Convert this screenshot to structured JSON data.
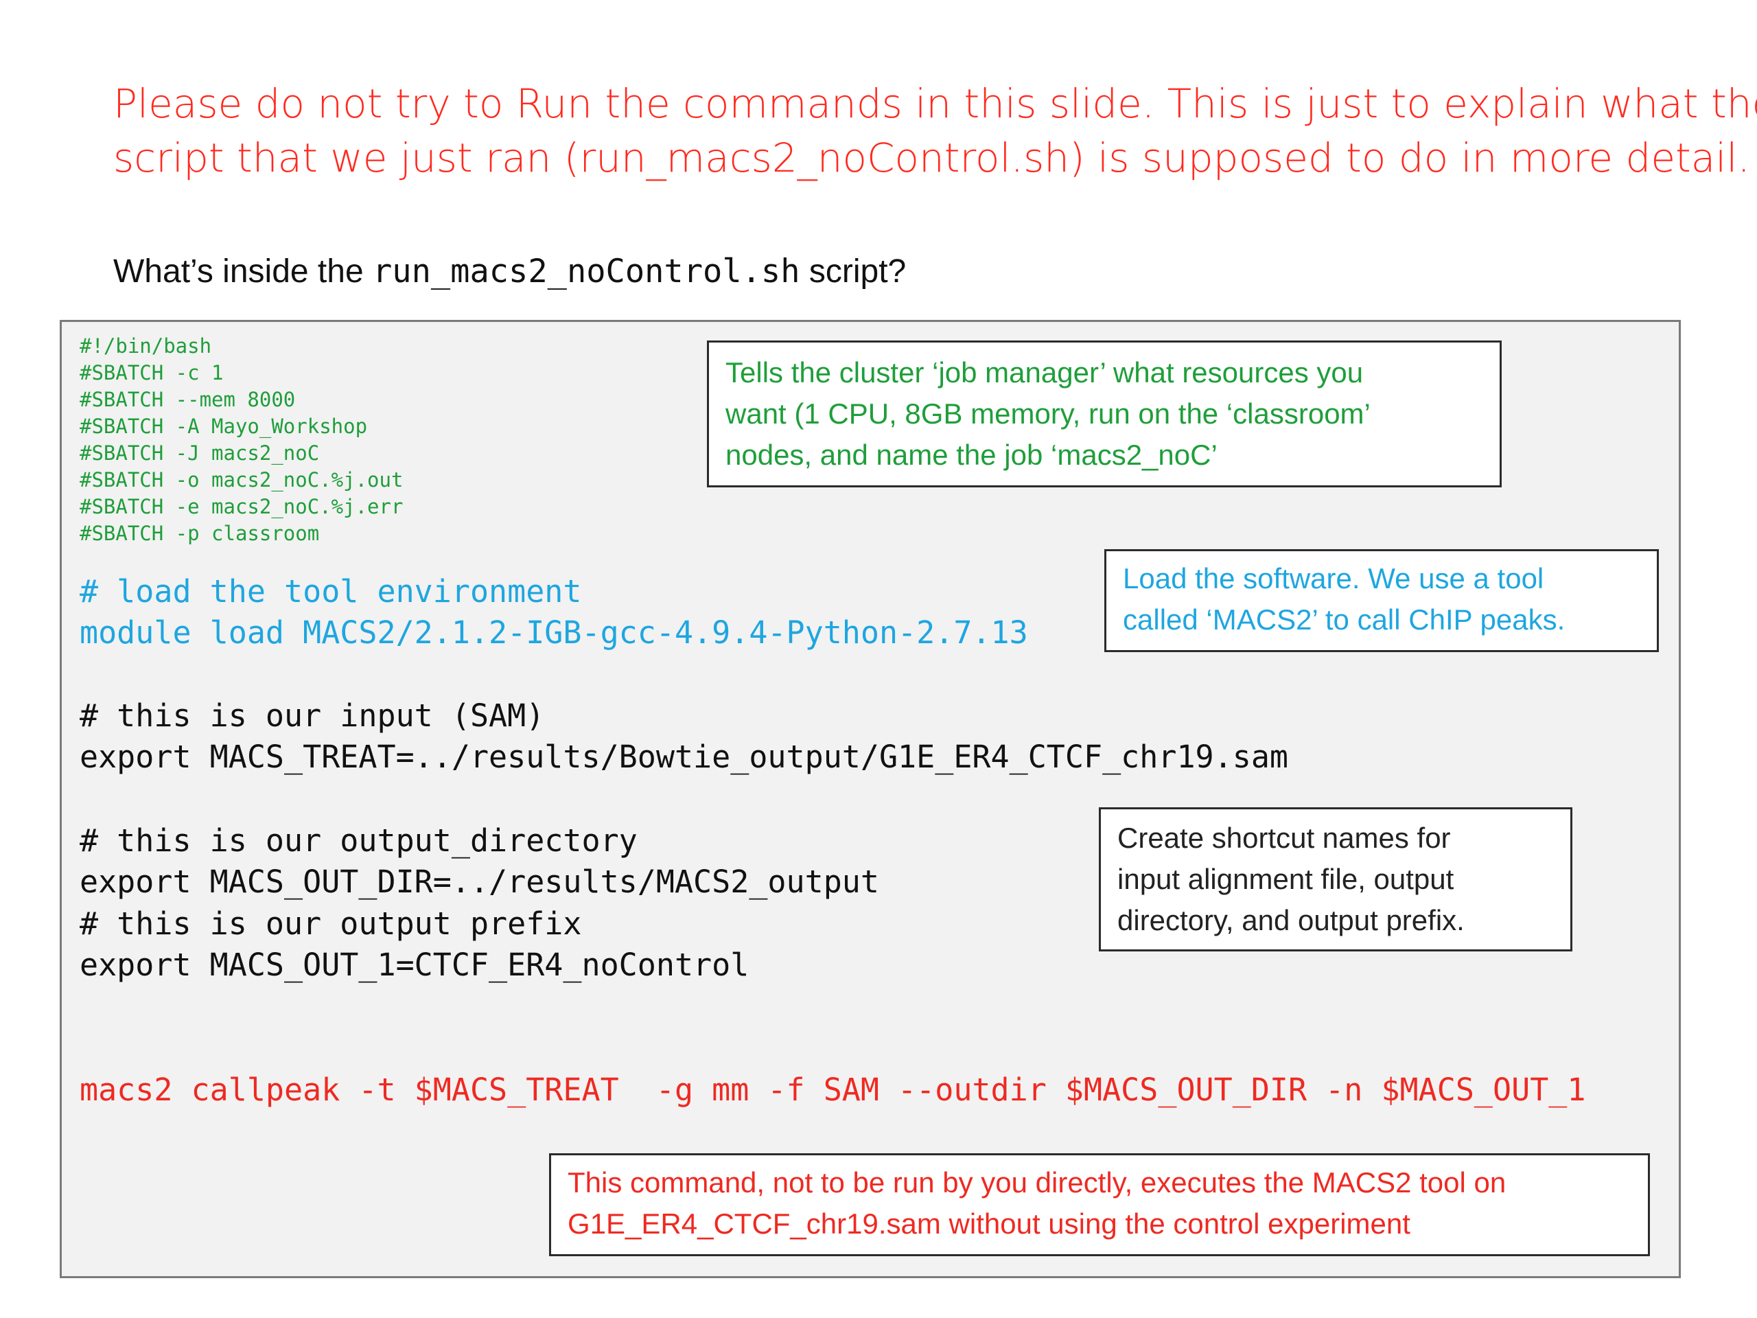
{
  "warning": {
    "line1": "Please do not try to Run the commands in this slide. This is just to explain what the",
    "line2": "script that we just ran (run_macs2_noControl.sh) is supposed to do in more detail."
  },
  "subtitle": {
    "prefix": "What’s inside the ",
    "code": "run_macs2_noControl.sh",
    "suffix": " script?"
  },
  "script": {
    "sbatch_lines": [
      "#!/bin/bash",
      "#SBATCH -c 1",
      "#SBATCH --mem 8000",
      "#SBATCH -A Mayo_Workshop",
      "#SBATCH -J macs2_noC",
      "#SBATCH -o macs2_noC.%j.out",
      "#SBATCH -e macs2_noC.%j.err",
      "#SBATCH -p classroom"
    ],
    "load_comment": "# load the tool environment",
    "module_load": "module load MACS2/2.1.2-IGB-gcc-4.9.4-Python-2.7.13",
    "input_comment": "# this is our input (SAM)",
    "input_export": "export MACS_TREAT=../results/Bowtie_output/G1E_ER4_CTCF_chr19.sam",
    "outdir_comment": "# this is our output_directory",
    "outdir_export": "export MACS_OUT_DIR=../results/MACS2_output",
    "prefix_comment": "# this is our output prefix",
    "prefix_export": "export MACS_OUT_1=CTCF_ER4_noControl",
    "callpeak": "macs2 callpeak -t $MACS_TREAT  -g mm -f SAM --outdir $MACS_OUT_DIR -n $MACS_OUT_1"
  },
  "notes": {
    "resources": [
      "Tells the cluster ‘job manager’ what resources you",
      "want (1 CPU, 8GB memory, run on the ‘classroom’",
      "nodes, and name the job ‘macs2_noC’"
    ],
    "software": [
      "Load the software.  We use a tool",
      "called ‘MACS2’ to call ChIP peaks."
    ],
    "shortcuts": [
      "Create shortcut names for",
      "input alignment file, output",
      "directory, and output prefix."
    ],
    "command": [
      "This command, not to be run by you directly, executes the MACS2 tool on",
      "G1E_ER4_CTCF_chr19.sam without using the control experiment"
    ]
  },
  "colors": {
    "warning_red": "#ff2a1f",
    "sbatch_green": "#1f9e3a",
    "module_cyan": "#1ea6e0",
    "command_red": "#ee2a22"
  }
}
